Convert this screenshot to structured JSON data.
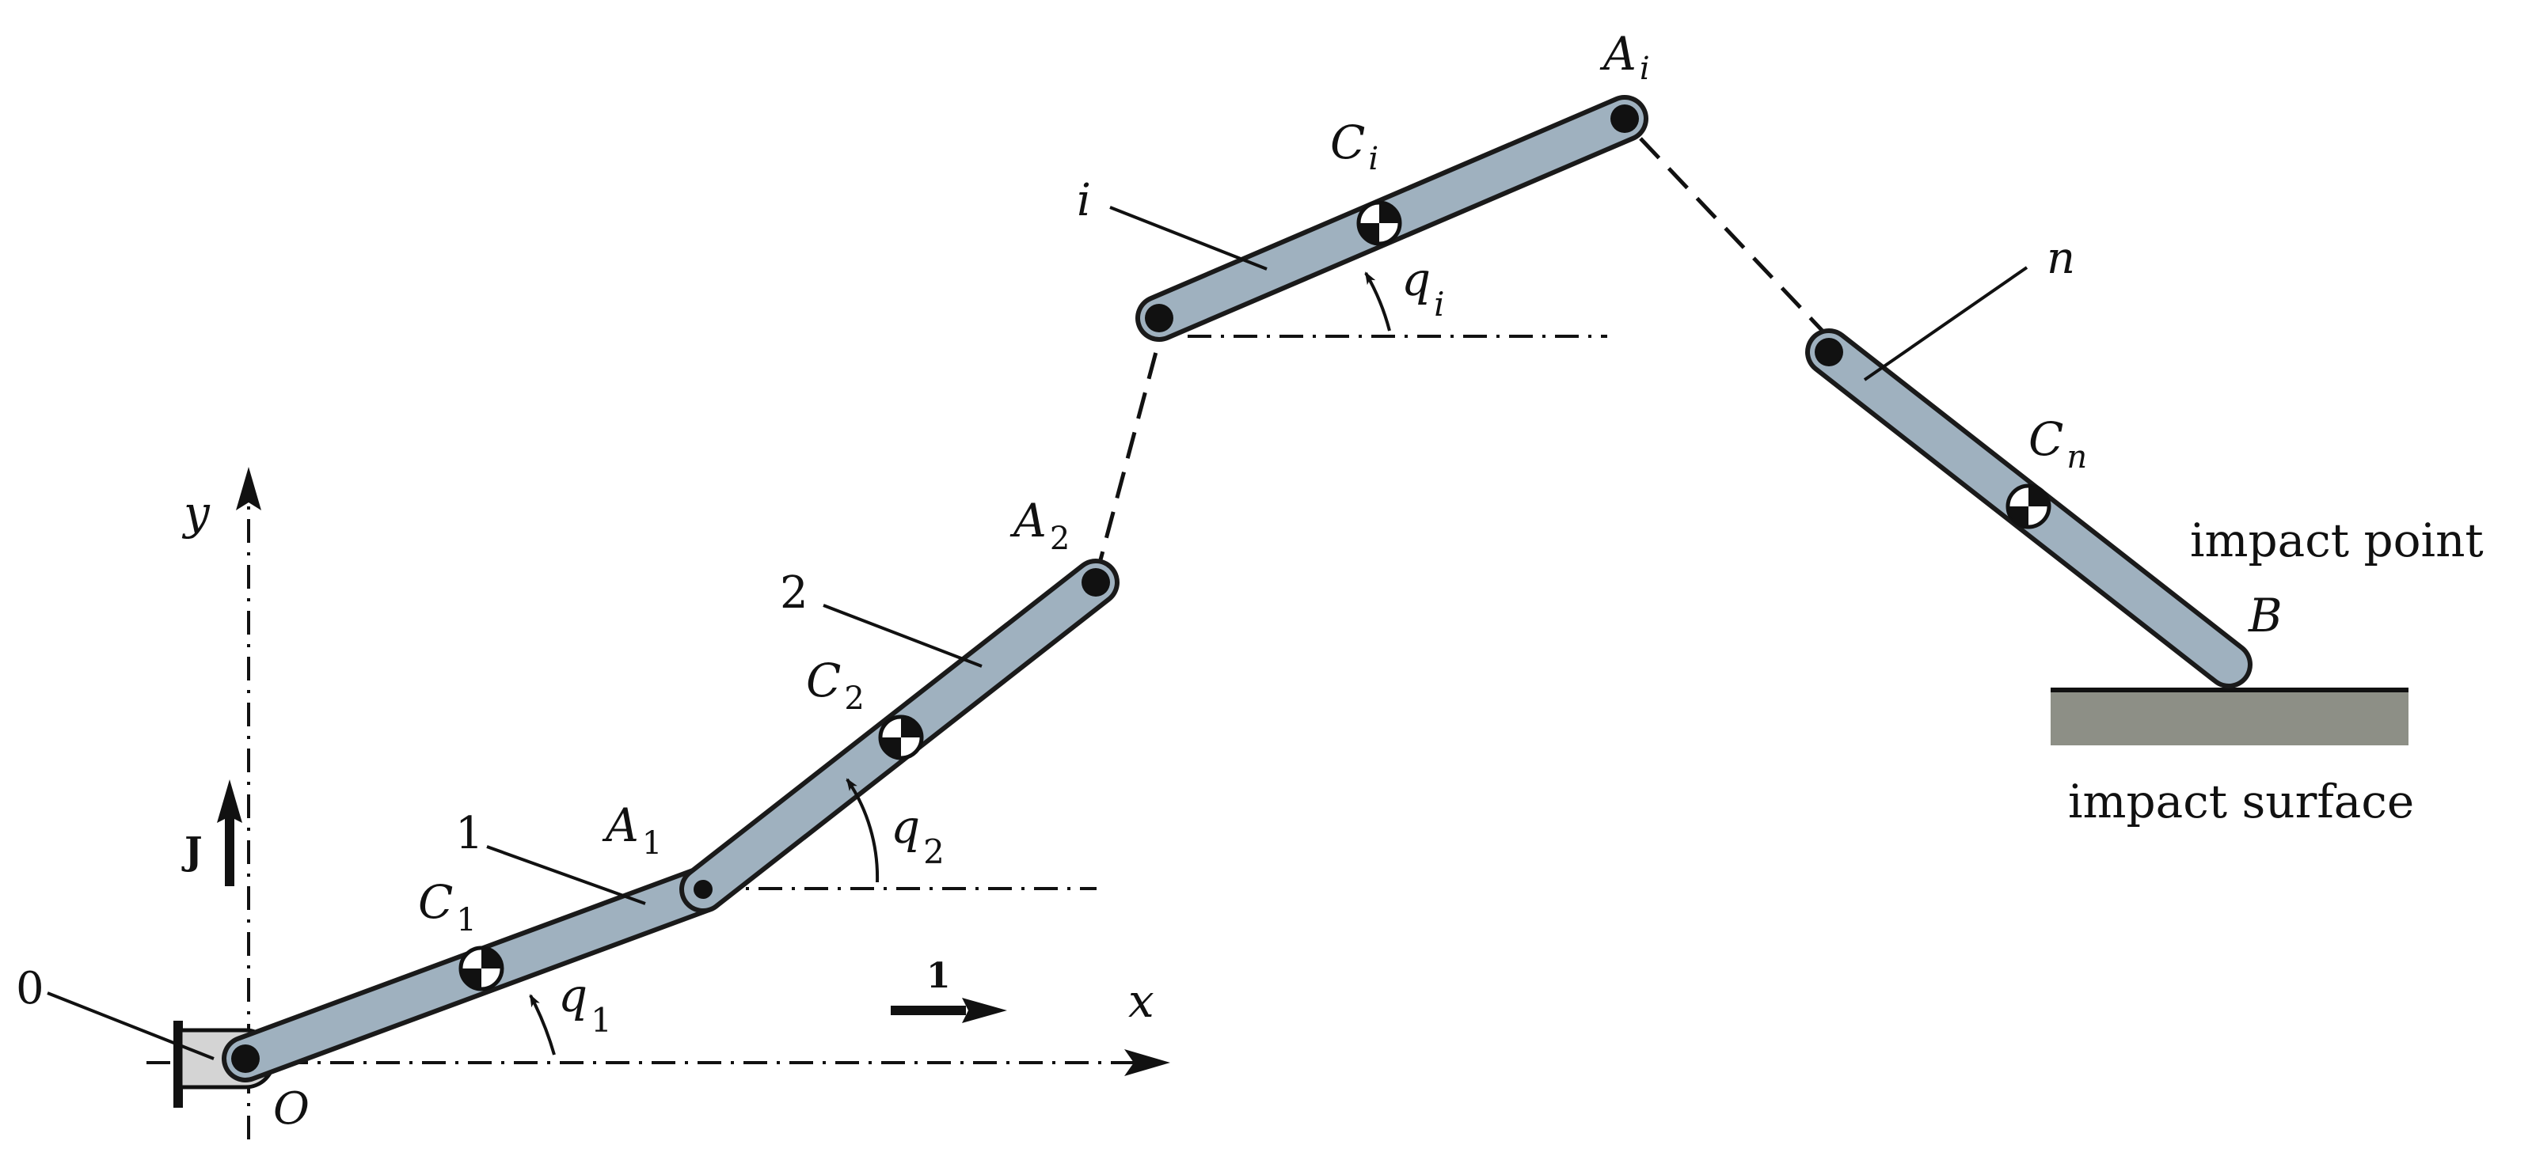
{
  "colors": {
    "link_fill": "#9fb1bf",
    "link_stroke": "#1a1a1a",
    "base_fill": "#d4d4d4",
    "surface_fill": "#8d8f86",
    "line": "#111111"
  },
  "links": [
    {
      "id": "1",
      "label": "1"
    },
    {
      "id": "2",
      "label": "2"
    },
    {
      "id": "i",
      "label": "i"
    },
    {
      "id": "n",
      "label": "n"
    }
  ],
  "labels": {
    "base": "0",
    "origin": "O",
    "y_axis": "y",
    "x_axis": "x",
    "unit_j": "J",
    "unit_i": "1",
    "joint_a1": {
      "letter": "A",
      "sub": "1"
    },
    "joint_a2": {
      "letter": "A",
      "sub": "2"
    },
    "joint_ai": {
      "letter": "A",
      "sub": "i"
    },
    "com_c1": {
      "letter": "C",
      "sub": "1"
    },
    "com_c2": {
      "letter": "C",
      "sub": "2"
    },
    "com_ci": {
      "letter": "C",
      "sub": "i"
    },
    "com_cn": {
      "letter": "C",
      "sub": "n"
    },
    "angle_q1": {
      "letter": "q",
      "sub": "1"
    },
    "angle_q2": {
      "letter": "q",
      "sub": "2"
    },
    "angle_qi": {
      "letter": "q",
      "sub": "i"
    },
    "point_b": "B",
    "impact_point": "impact point",
    "impact_surface": "impact surface"
  }
}
